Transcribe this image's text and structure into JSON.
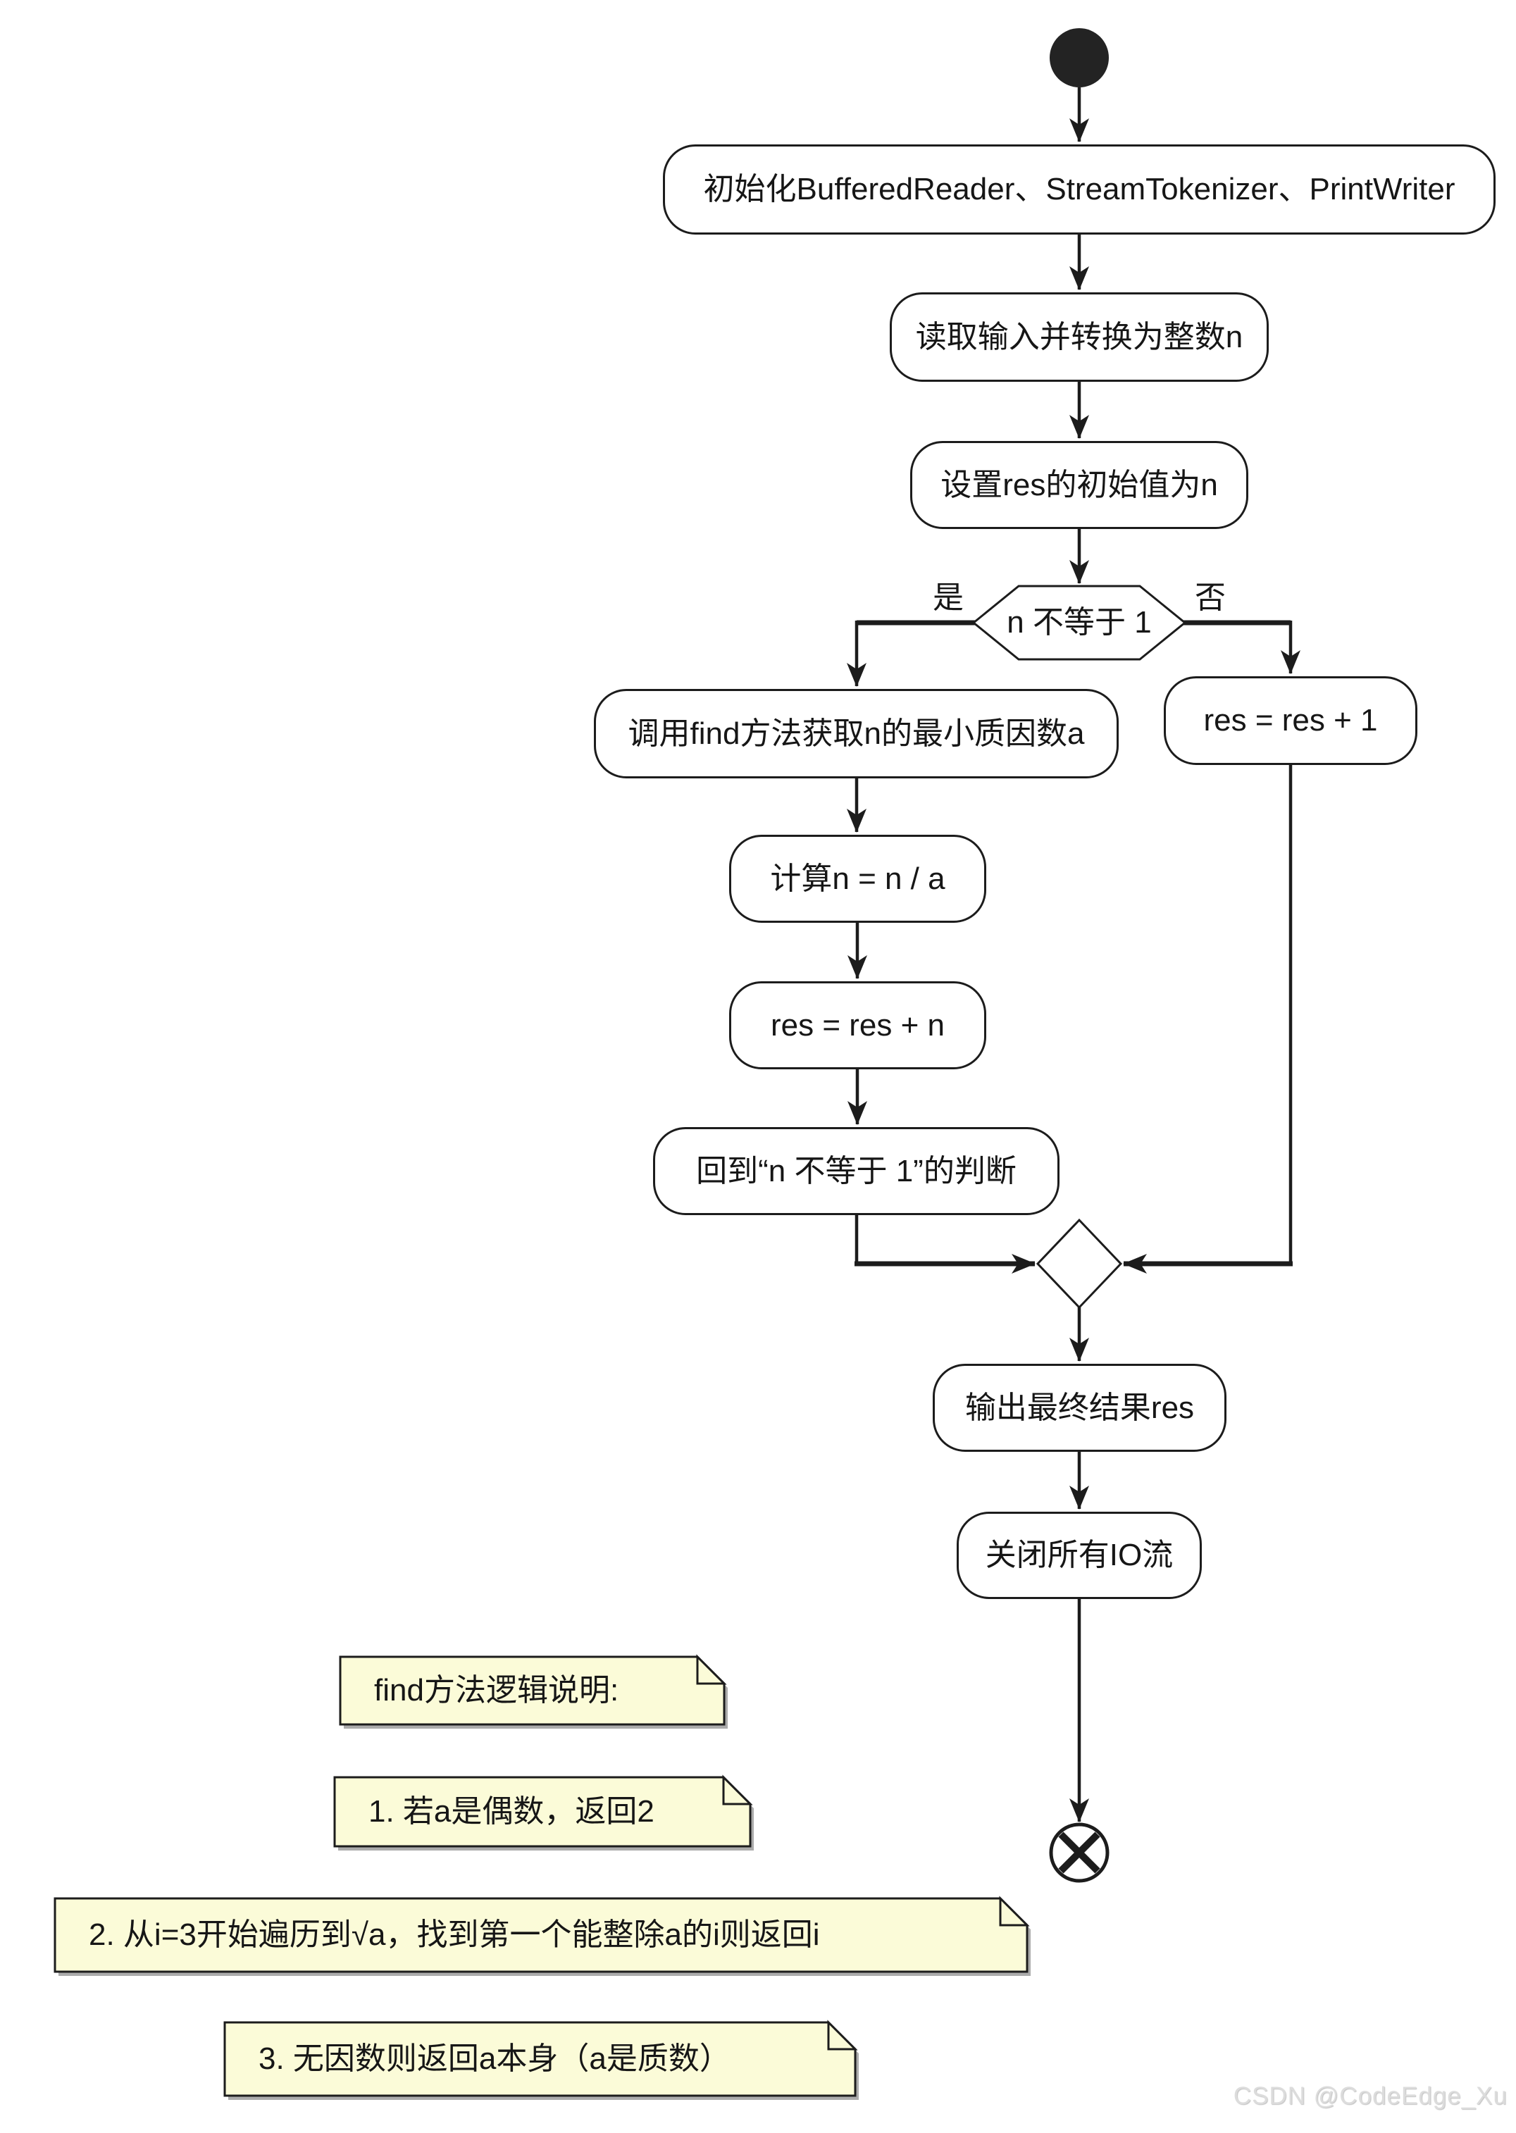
{
  "diagram": {
    "type": "activity-flowchart",
    "background": "#ffffff"
  },
  "colors": {
    "stroke": "#1c1c1c",
    "node_fill": "#ffffff",
    "note_fill": "#FBFBD8",
    "note_shadow": "#ababab",
    "start_node_fill": "#232323",
    "watermark": "#dcdcdc"
  },
  "nodes": {
    "init": {
      "label": "初始化BufferedReader、StreamTokenizer、PrintWriter"
    },
    "read": {
      "label": "读取输入并转换为整数n"
    },
    "set_res": {
      "label": "设置res的初始值为n"
    },
    "decision": {
      "label": "n 不等于 1",
      "yes_label": "是",
      "no_label": "否"
    },
    "find": {
      "label": "调用find方法获取n的最小质因数a"
    },
    "calc": {
      "label": "计算n = n / a"
    },
    "add_n": {
      "label": "res = res + n"
    },
    "back": {
      "label": "回到“n 不等于 1”的判断"
    },
    "add_one": {
      "label": "res = res + 1"
    },
    "output": {
      "label": "输出最终结果res"
    },
    "close": {
      "label": "关闭所有IO流"
    }
  },
  "notes": [
    {
      "text": "find方法逻辑说明:"
    },
    {
      "text": "1. 若a是偶数，返回2"
    },
    {
      "text": "2. 从i=3开始遍历到√a，找到第一个能整除a的i则返回i"
    },
    {
      "text": "3. 无因数则返回a本身（a是质数）"
    }
  ],
  "watermark": "CSDN @CodeEdge_Xu"
}
